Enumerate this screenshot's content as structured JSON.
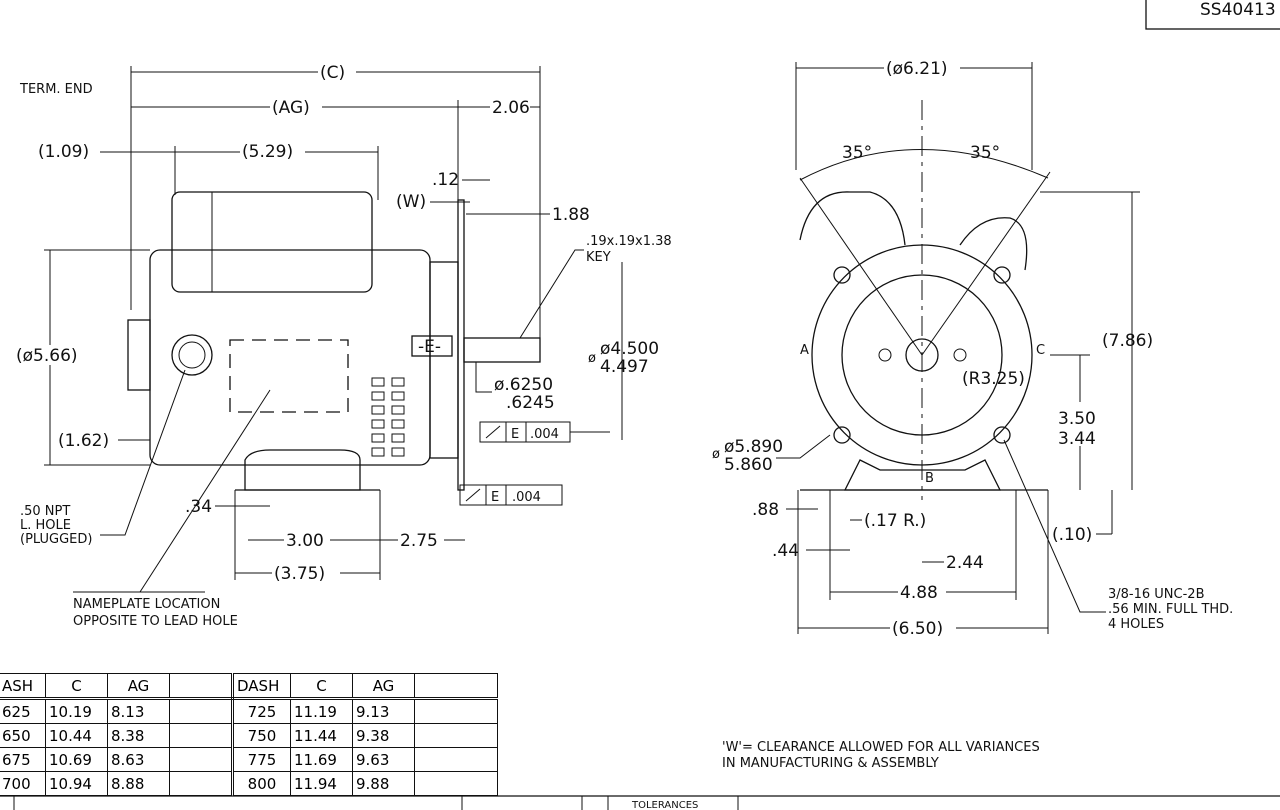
{
  "title_block": {
    "drawing_number": "SS40413"
  },
  "side_view": {
    "term_end": "TERM. END",
    "c": "(C)",
    "ag": "(AG)",
    "d206": "2.06",
    "d109": "(1.09)",
    "d529": "(5.29)",
    "d12": ".12",
    "w": "(W)",
    "d188": "1.88",
    "key_size": ".19x.19x1.38",
    "key": "KEY",
    "d566": "(ø5.66)",
    "d162": "(1.62)",
    "datum_e": "-E-",
    "pilot_max": "ø4.500",
    "pilot_min": "4.497",
    "shaft_max": "ø.6250",
    "shaft_min": ".6245",
    "runout1_datum": "E",
    "runout1_value": ".004",
    "runout2_datum": "E",
    "runout2_value": ".004",
    "npt1": ".50 NPT",
    "npt2": "L. HOLE",
    "npt3": "(PLUGGED)",
    "d34": ".34",
    "d300": "3.00",
    "d275": "2.75",
    "d375": "(3.75)",
    "nameplate1": "NAMEPLATE LOCATION",
    "nameplate2": "OPPOSITE TO LEAD HOLE"
  },
  "end_view": {
    "d621": "(ø6.21)",
    "angle_left": "35°",
    "angle_right": "35°",
    "d786": "(7.86)",
    "a": "A",
    "c": "C",
    "b": "B",
    "r325": "(R3.25)",
    "d350": "3.50",
    "d344": "3.44",
    "d5890": "ø5.890",
    "d5860": "5.860",
    "d88": ".88",
    "d44": ".44",
    "r17": "(.17 R.)",
    "d244": "2.44",
    "d488": "4.88",
    "d650": "(6.50)",
    "d10": "(.10)",
    "hole1": "3/8-16 UNC-2B",
    "hole2": ".56 MIN. FULL THD.",
    "hole3": "4 HOLES"
  },
  "note": {
    "line1": "'W'= CLEARANCE ALLOWED FOR ALL VARIANCES",
    "line2": "IN MANUFACTURING & ASSEMBLY"
  },
  "dash_table": {
    "headers": [
      "ASH",
      "C",
      "AG",
      "",
      "DASH",
      "C",
      "AG",
      ""
    ],
    "rows": [
      [
        "625",
        "10.19",
        "8.13",
        "",
        "725",
        "11.19",
        "9.13",
        ""
      ],
      [
        "650",
        "10.44",
        "8.38",
        "",
        "750",
        "11.44",
        "9.38",
        ""
      ],
      [
        "675",
        "10.69",
        "8.63",
        "",
        "775",
        "11.69",
        "9.63",
        ""
      ],
      [
        "700",
        "10.94",
        "8.88",
        "",
        "800",
        "11.94",
        "9.88",
        ""
      ]
    ]
  },
  "bottom_strip": {
    "tolerances": "TOLERANCES"
  }
}
